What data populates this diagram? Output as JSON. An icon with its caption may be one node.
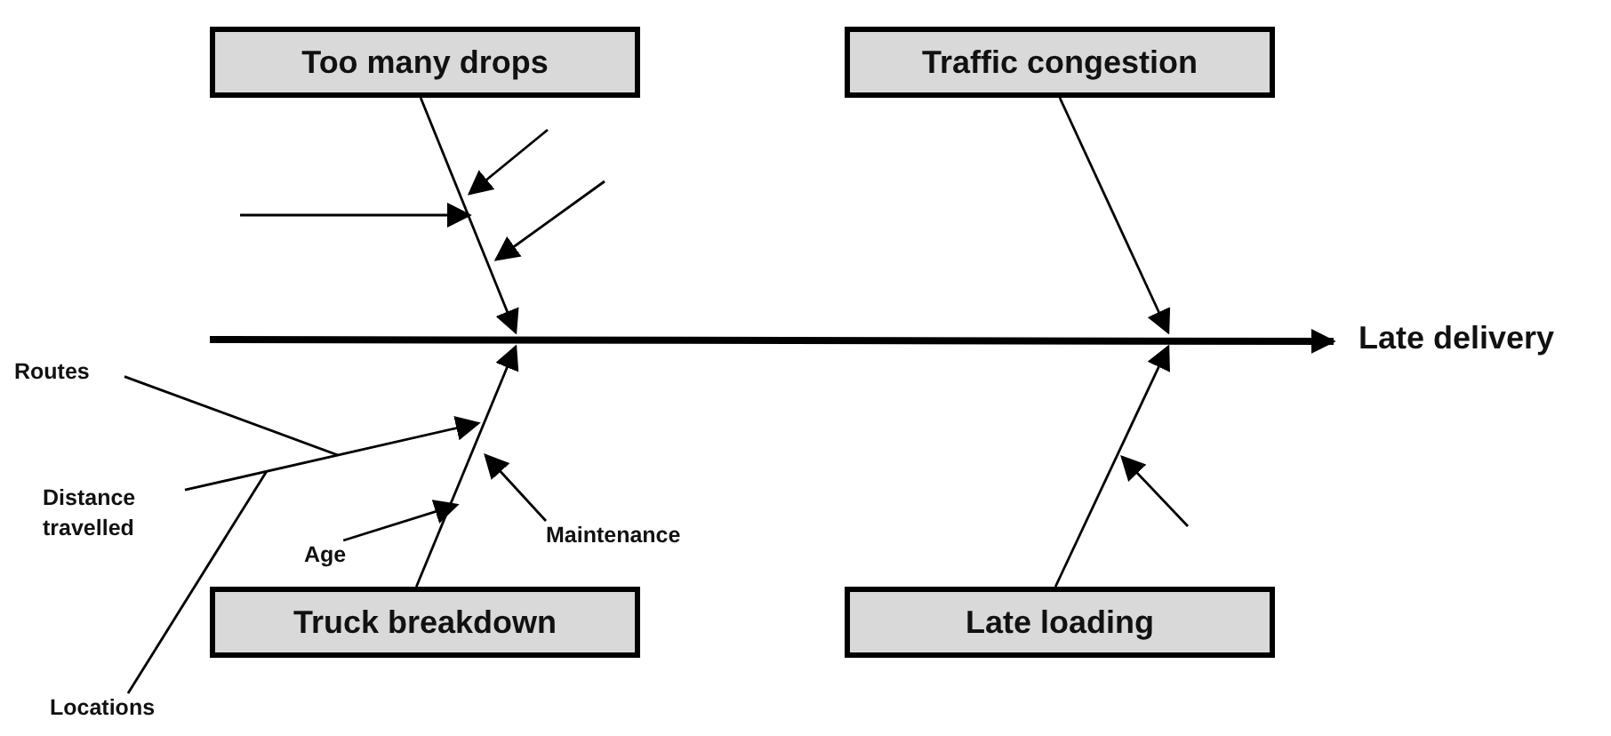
{
  "diagram": {
    "nodes": [
      {
        "text": [
          "Too many drops"
        ]
      },
      {
        "text": [
          "Traffic congestion"
        ]
      },
      {
        "text": [
          "Late delivery"
        ]
      },
      {
        "text": [
          "Routes"
        ]
      },
      {
        "text": [
          "Distance travelled"
        ]
      },
      {
        "text": [
          "Locations"
        ]
      },
      {
        "text": [
          "Age"
        ]
      },
      {
        "text": [
          "Maintenance"
        ]
      },
      {
        "text": [
          "Truck breakdown"
        ]
      },
      {
        "text": [
          "Late loading"
        ]
      }
    ],
    "edges": [
      {
        "from": 0,
        "to": null,
        "arrow": "to"
      },
      {
        "from": 1,
        "to": null,
        "arrow": "to"
      },
      {
        "from": null,
        "to": 2,
        "arrow": "to",
        "style": "thick"
      },
      {
        "from": 8,
        "to": null,
        "arrow": "to"
      },
      {
        "from": 9,
        "to": null,
        "arrow": "to"
      },
      {
        "from": 3,
        "to": null,
        "arrow": "none"
      },
      {
        "from": 4,
        "to": null,
        "arrow": "to"
      },
      {
        "from": 5,
        "to": null,
        "arrow": "none"
      },
      {
        "from": 6,
        "to": null,
        "arrow": "to"
      },
      {
        "from": 7,
        "to": null,
        "arrow": "to"
      }
    ]
  }
}
